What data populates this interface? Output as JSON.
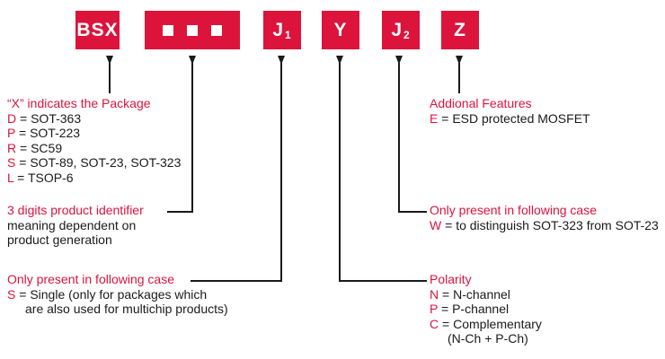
{
  "code_boxes": {
    "prefix": "BSX",
    "digits_count": 3,
    "j1": "J",
    "j1_sub": "1",
    "polarity": "Y",
    "j2": "J",
    "j2_sub": "2",
    "features": "Z"
  },
  "package": {
    "title": "“X” indicates the Package",
    "items": [
      {
        "code": "D",
        "sep": " = ",
        "desc": "SOT-363"
      },
      {
        "code": "P",
        "sep": " = ",
        "desc": "SOT-223"
      },
      {
        "code": "R",
        "sep": " = ",
        "desc": "SC59"
      },
      {
        "code": "S",
        "sep": " = ",
        "desc": "SOT-89, SOT-23, SOT-323"
      },
      {
        "code": "L",
        "sep": " = ",
        "desc": "TSOP-6"
      }
    ]
  },
  "identifier": {
    "title": "3 digits product identifier",
    "line1": "meaning dependent on",
    "line2": "product generation"
  },
  "j1_case": {
    "title": "Only present in following case",
    "code": "S",
    "sep": " = ",
    "desc": "Single (only for packages which",
    "desc_cont": "are also used for multichip products)"
  },
  "polarity": {
    "title": "Polarity",
    "items": [
      {
        "code": "N",
        "sep": " = ",
        "desc": "N-channel"
      },
      {
        "code": "P",
        "sep": " = ",
        "desc": "P-channel"
      },
      {
        "code": "C",
        "sep": " = ",
        "desc": "Complementary"
      }
    ],
    "cont": "(N-Ch + P-Ch)"
  },
  "j2_case": {
    "title": "Only present in following case",
    "code": "W",
    "sep": " = ",
    "desc": "to distinguish SOT-323 from SOT-23"
  },
  "features": {
    "title": "Addional Features",
    "code": "E",
    "sep": " = ",
    "desc": "ESD protected MOSFET"
  },
  "colors": {
    "accent": "#dc143c",
    "text": "#1a1a1a"
  }
}
